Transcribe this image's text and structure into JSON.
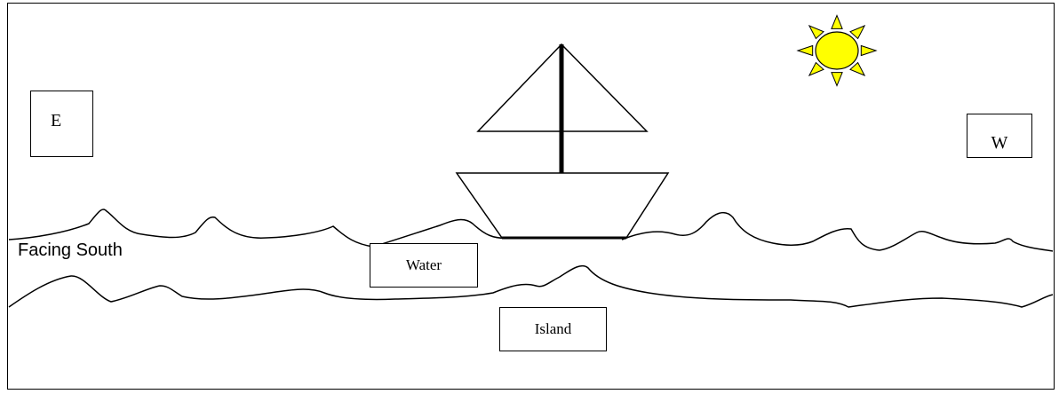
{
  "labels": {
    "east": "E",
    "west": "W",
    "facing": "Facing South",
    "water": "Water",
    "island": "Island"
  },
  "icons": {
    "sun": "sun-icon",
    "boat": "sailboat"
  },
  "colors": {
    "sun_fill": "#ffff00",
    "stroke": "#000000"
  }
}
